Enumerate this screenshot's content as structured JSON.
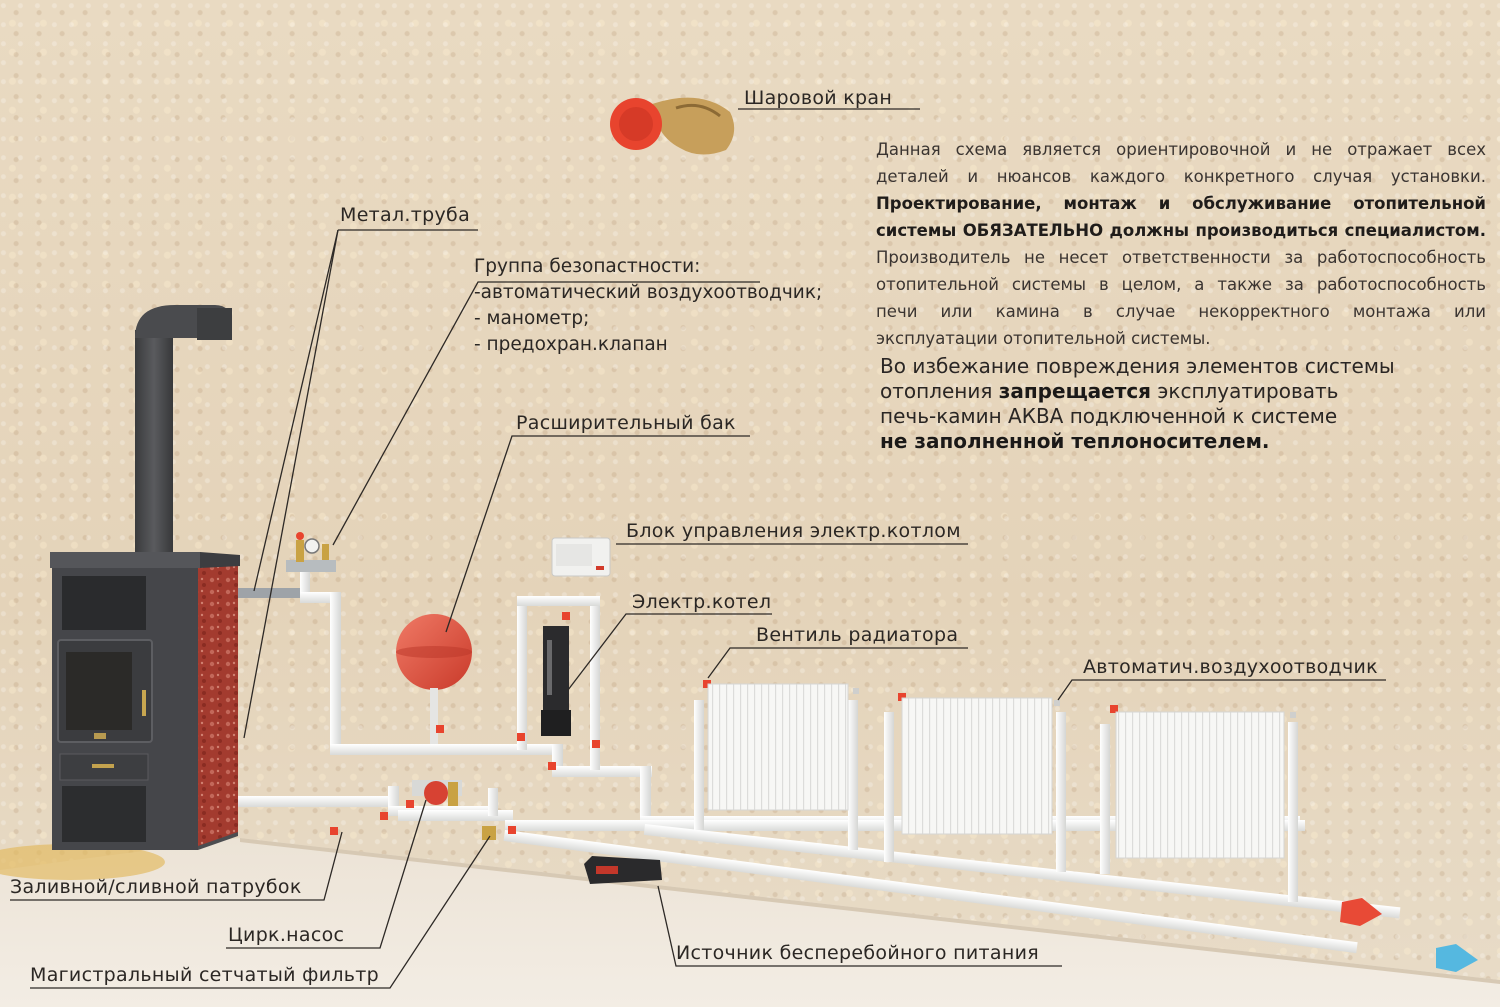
{
  "labels": {
    "ball_valve": "Шаровой кран",
    "metal_pipe": "Метал.труба",
    "safety_group_title": "Группа безопастности:",
    "safety_group_items": [
      "-автоматический воздухоотводчик;",
      "- манометр;",
      "- предохран.клапан"
    ],
    "expansion_tank": "Расширительный бак",
    "control_unit": "Блок управления электр.котлом",
    "electric_boiler": "Электр.котел",
    "radiator_valve": "Вентиль радиатора",
    "auto_air_vent": "Автоматич.воздухоотводчик",
    "fill_drain": "Заливной/сливной патрубок",
    "circ_pump": "Цирк.насос",
    "mesh_filter": "Магистральный сетчатый фильтр",
    "ups": "Источник бесперебойного питания"
  },
  "disclaimer": {
    "line1": "Данная схема является ориентировочной и не отражает всех",
    "line2": "деталей и нюансов каждого конкретного случая установки.",
    "bold1": "Проектирование, монтаж и обслуживание отопительной",
    "bold2": "системы ОБЯЗАТЕЛЬНО должны производиться специалистом.",
    "line3": "Производитель не несет ответственности за работоспособность",
    "line4": "отопительной системы в целом, а также за работоспособность",
    "line5": "печи или камина в случае некорректного монтажа или",
    "line6": "эксплуатации отопительной системы."
  },
  "warning": {
    "line1": "Во избежание повреждения элементов системы",
    "line2_pre": "отопления ",
    "line2_bold": "запрещается",
    "line2_post": " эксплуатировать",
    "line3": "печь-камин АКВА подключенной к системе",
    "line4_bold": "не заполненной теплоносителем."
  },
  "colors": {
    "wall": "#e6d6bd",
    "pipe": "#f4f4f2",
    "valve_red": "#e8442e",
    "stove": "#4a4b4d",
    "brick": "#a23a2e",
    "tank": "#e45543",
    "supply_arrow": "#e84a36",
    "return_arrow": "#55b8e0",
    "leader_line": "#2d2926"
  }
}
